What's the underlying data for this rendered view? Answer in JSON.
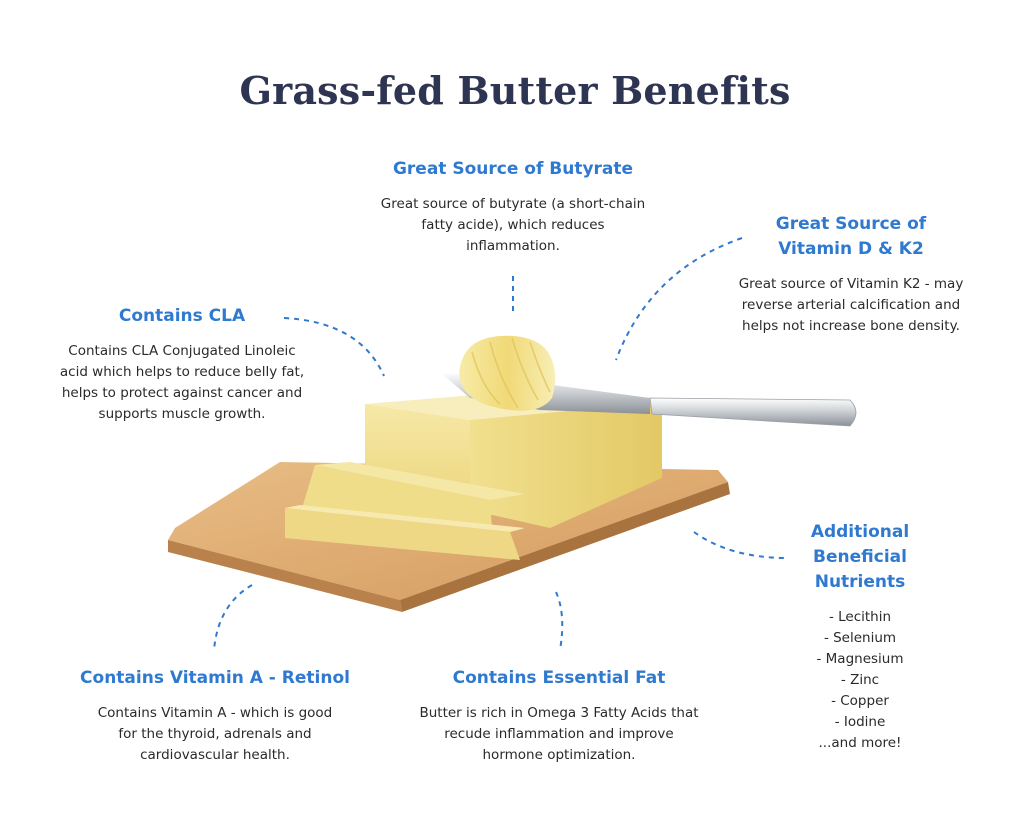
{
  "title": "Grass-fed Butter Benefits",
  "benefits": {
    "butyrate": {
      "heading": "Great Source of Butyrate",
      "body": "Great source of butyrate (a short-chain fatty acide), which reduces inflammation."
    },
    "vitamin_dk2": {
      "heading_line1": "Great Source of",
      "heading_line2": "Vitamin D & K2",
      "body": "Great source of Vitamin K2 - may reverse arterial calcification and helps not increase bone density."
    },
    "cla": {
      "heading": "Contains CLA",
      "body": "Contains CLA Conjugated Linoleic acid which helps to reduce belly fat, helps to protect against cancer and supports muscle growth."
    },
    "additional": {
      "heading_line1": "Additional",
      "heading_line2": "Beneficial",
      "heading_line3": "Nutrients",
      "items": [
        "- Lecithin",
        "- Selenium",
        "- Magnesium",
        "- Zinc",
        "- Copper",
        "- Iodine",
        "...and more!"
      ]
    },
    "vitamin_a": {
      "heading": "Contains Vitamin A - Retinol",
      "body": "Contains Vitamin A - which is good for the thyroid, adrenals and cardiovascular health."
    },
    "essential_fat": {
      "heading": "Contains Essential Fat",
      "body": "Butter is rich in Omega 3 Fatty Acids that recude inflammation and improve hormone optimization."
    }
  },
  "colors": {
    "title": "#2e3553",
    "accent": "#2f7ad0",
    "butter": "#f3e49b",
    "board": "#d9a670"
  },
  "illustration": [
    "butter-block-icon",
    "butter-curl-icon",
    "knife-icon",
    "cutting-board-icon"
  ]
}
